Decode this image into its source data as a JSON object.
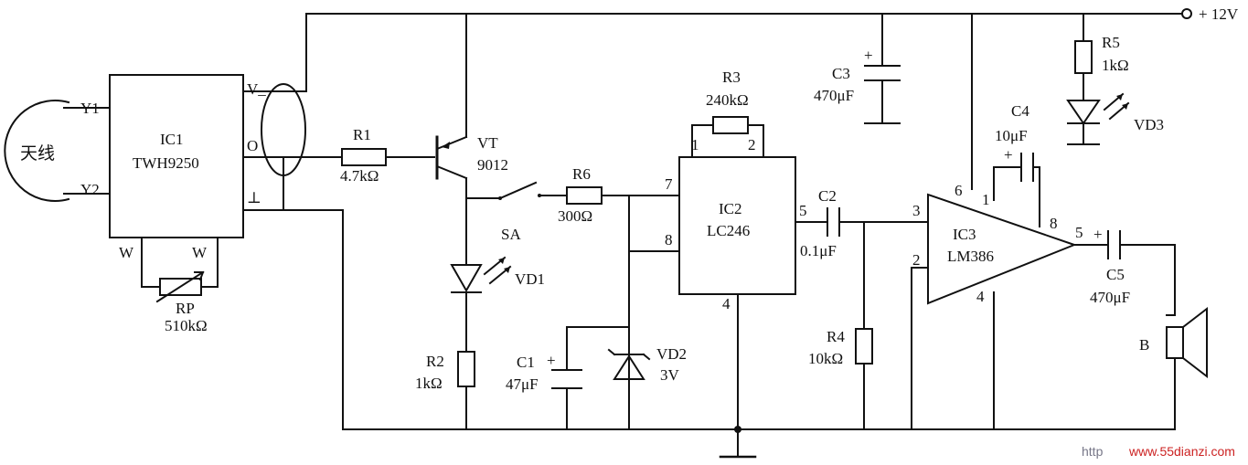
{
  "power": {
    "label": "+ 12V"
  },
  "antenna": {
    "label": "天线"
  },
  "ic1": {
    "ref": "IC1",
    "part": "TWH9250",
    "pin_y1": "Y1",
    "pin_y2": "Y2",
    "pin_v": "V_",
    "pin_o": "O",
    "pin_gnd": "⊥",
    "pin_w1": "W",
    "pin_w2": "W"
  },
  "rp": {
    "ref": "RP",
    "value": "510kΩ"
  },
  "r1": {
    "ref": "R1",
    "value": "4.7kΩ"
  },
  "vt": {
    "ref": "VT",
    "part": "9012"
  },
  "sa": {
    "ref": "SA"
  },
  "vd1": {
    "ref": "VD1"
  },
  "r2": {
    "ref": "R2",
    "value": "1kΩ"
  },
  "r6": {
    "ref": "R6",
    "value": "300Ω"
  },
  "c1": {
    "ref": "C1",
    "value": "47μF",
    "plus": "+"
  },
  "vd2": {
    "ref": "VD2",
    "value": "3V"
  },
  "ic2": {
    "ref": "IC2",
    "part": "LC246",
    "pin1": "1",
    "pin2": "2",
    "pin7": "7",
    "pin8": "8",
    "pin5": "5",
    "pin4": "4"
  },
  "r3": {
    "ref": "R3",
    "value": "240kΩ"
  },
  "c2": {
    "ref": "C2",
    "value": "0.1μF"
  },
  "c3": {
    "ref": "C3",
    "value": "470μF",
    "plus": "+"
  },
  "r4": {
    "ref": "R4",
    "value": "10kΩ"
  },
  "ic3": {
    "ref": "IC3",
    "part": "LM386",
    "pin6": "6",
    "pin1": "1",
    "pin3": "3",
    "pin2": "2",
    "pin4": "4",
    "pin8": "8",
    "pin5": "5"
  },
  "c4": {
    "ref": "C4",
    "value": "10μF",
    "plus": "+"
  },
  "r5": {
    "ref": "R5",
    "value": "1kΩ"
  },
  "vd3": {
    "ref": "VD3"
  },
  "c5": {
    "ref": "C5",
    "value": "470μF",
    "plus": "+"
  },
  "speaker": {
    "ref": "B"
  },
  "watermark": {
    "prefix": "http",
    "site": "www.55dianzi.com"
  }
}
